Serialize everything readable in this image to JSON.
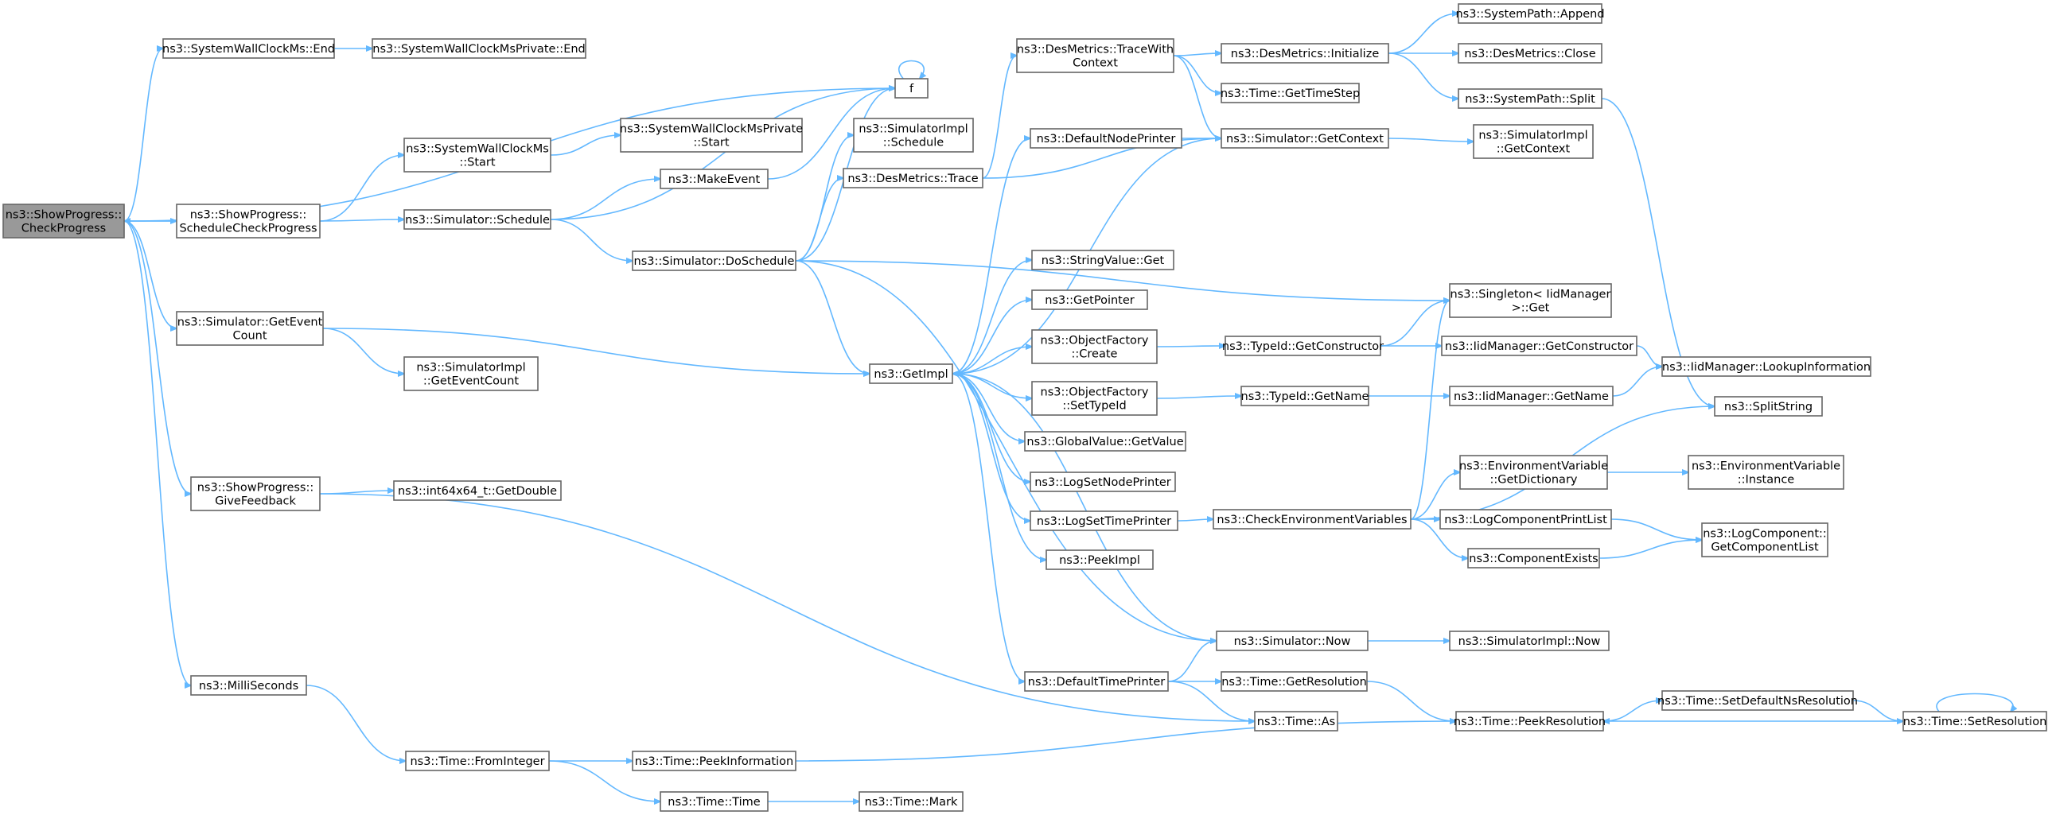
{
  "graph": {
    "title": "",
    "root": "n_root",
    "node_fill": "#ffffff",
    "node_stroke": "#666666",
    "root_fill": "#999999",
    "edge_color": "#63b8ff",
    "nodes": [
      {
        "id": "n_root",
        "lines": [
          "ns3::ShowProgress::",
          "CheckProgress"
        ]
      },
      {
        "id": "n_swc_end",
        "lines": [
          "ns3::SystemWallClockMs::End"
        ]
      },
      {
        "id": "n_swcp_end",
        "lines": [
          "ns3::SystemWallClockMsPrivate::End"
        ]
      },
      {
        "id": "n_f",
        "lines": [
          "f"
        ]
      },
      {
        "id": "n_schedcheck",
        "lines": [
          "ns3::ShowProgress::",
          "ScheduleCheckProgress"
        ]
      },
      {
        "id": "n_swc_start",
        "lines": [
          "ns3::SystemWallClockMs",
          "::Start"
        ]
      },
      {
        "id": "n_swcp_start",
        "lines": [
          "ns3::SystemWallClockMsPrivate",
          "::Start"
        ]
      },
      {
        "id": "n_sim_schedule",
        "lines": [
          "ns3::Simulator::Schedule"
        ]
      },
      {
        "id": "n_makeevent",
        "lines": [
          "ns3::MakeEvent"
        ]
      },
      {
        "id": "n_simimpl_schedule",
        "lines": [
          "ns3::SimulatorImpl",
          "::Schedule"
        ]
      },
      {
        "id": "n_sim_doschedule",
        "lines": [
          "ns3::Simulator::DoSchedule"
        ]
      },
      {
        "id": "n_desm_trace",
        "lines": [
          "ns3::DesMetrics::Trace"
        ]
      },
      {
        "id": "n_desm_tracewith",
        "lines": [
          "ns3::DesMetrics::TraceWith",
          "Context"
        ]
      },
      {
        "id": "n_desm_init",
        "lines": [
          "ns3::DesMetrics::Initialize"
        ]
      },
      {
        "id": "n_sp_append",
        "lines": [
          "ns3::SystemPath::Append"
        ]
      },
      {
        "id": "n_desm_close",
        "lines": [
          "ns3::DesMetrics::Close"
        ]
      },
      {
        "id": "n_sp_split",
        "lines": [
          "ns3::SystemPath::Split"
        ]
      },
      {
        "id": "n_time_gettimestep",
        "lines": [
          "ns3::Time::GetTimeStep"
        ]
      },
      {
        "id": "n_defnodeprinter",
        "lines": [
          "ns3::DefaultNodePrinter"
        ]
      },
      {
        "id": "n_sim_getcontext",
        "lines": [
          "ns3::Simulator::GetContext"
        ]
      },
      {
        "id": "n_simimpl_getcontext",
        "lines": [
          "ns3::SimulatorImpl",
          "::GetContext"
        ]
      },
      {
        "id": "n_sim_geteventcount",
        "lines": [
          "ns3::Simulator::GetEvent",
          "Count"
        ]
      },
      {
        "id": "n_simimpl_geteventcount",
        "lines": [
          "ns3::SimulatorImpl",
          "::GetEventCount"
        ]
      },
      {
        "id": "n_getimpl",
        "lines": [
          "ns3::GetImpl"
        ]
      },
      {
        "id": "n_stringvalue_get",
        "lines": [
          "ns3::StringValue::Get"
        ]
      },
      {
        "id": "n_getpointer",
        "lines": [
          "ns3::GetPointer"
        ]
      },
      {
        "id": "n_objfactory_create",
        "lines": [
          "ns3::ObjectFactory",
          "::Create"
        ]
      },
      {
        "id": "n_objfactory_settypeid",
        "lines": [
          "ns3::ObjectFactory",
          "::SetTypeId"
        ]
      },
      {
        "id": "n_globalvalue_getvalue",
        "lines": [
          "ns3::GlobalValue::GetValue"
        ]
      },
      {
        "id": "n_logsetnodeprinter",
        "lines": [
          "ns3::LogSetNodePrinter"
        ]
      },
      {
        "id": "n_logsettimeprinter",
        "lines": [
          "ns3::LogSetTimePrinter"
        ]
      },
      {
        "id": "n_peekimpl",
        "lines": [
          "ns3::PeekImpl"
        ]
      },
      {
        "id": "n_singleton_get",
        "lines": [
          "ns3::Singleton< IidManager",
          ">::Get"
        ]
      },
      {
        "id": "n_typeid_getconstructor",
        "lines": [
          "ns3::TypeId::GetConstructor"
        ]
      },
      {
        "id": "n_iid_getconstructor",
        "lines": [
          "ns3::IidManager::GetConstructor"
        ]
      },
      {
        "id": "n_iid_lookupinfo",
        "lines": [
          "ns3::IidManager::LookupInformation"
        ]
      },
      {
        "id": "n_typeid_getname",
        "lines": [
          "ns3::TypeId::GetName"
        ]
      },
      {
        "id": "n_iid_getname",
        "lines": [
          "ns3::IidManager::GetName"
        ]
      },
      {
        "id": "n_splitstring",
        "lines": [
          "ns3::SplitString"
        ]
      },
      {
        "id": "n_envvar_getdict",
        "lines": [
          "ns3::EnvironmentVariable",
          "::GetDictionary"
        ]
      },
      {
        "id": "n_envvar_instance",
        "lines": [
          "ns3::EnvironmentVariable",
          "::Instance"
        ]
      },
      {
        "id": "n_checkenvvars",
        "lines": [
          "ns3::CheckEnvironmentVariables"
        ]
      },
      {
        "id": "n_logcomp_printlist",
        "lines": [
          "ns3::LogComponentPrintList"
        ]
      },
      {
        "id": "n_logcomp_getlist",
        "lines": [
          "ns3::LogComponent::",
          "GetComponentList"
        ]
      },
      {
        "id": "n_compexists",
        "lines": [
          "ns3::ComponentExists"
        ]
      },
      {
        "id": "n_giveFeedback",
        "lines": [
          "ns3::ShowProgress::",
          "GiveFeedback"
        ]
      },
      {
        "id": "n_int64_getdouble",
        "lines": [
          "ns3::int64x64_t::GetDouble"
        ]
      },
      {
        "id": "n_sim_now",
        "lines": [
          "ns3::Simulator::Now"
        ]
      },
      {
        "id": "n_simimpl_now",
        "lines": [
          "ns3::SimulatorImpl::Now"
        ]
      },
      {
        "id": "n_deftimeprinter",
        "lines": [
          "ns3::DefaultTimePrinter"
        ]
      },
      {
        "id": "n_time_getresolution",
        "lines": [
          "ns3::Time::GetResolution"
        ]
      },
      {
        "id": "n_time_as",
        "lines": [
          "ns3::Time::As"
        ]
      },
      {
        "id": "n_time_peekresolution",
        "lines": [
          "ns3::Time::PeekResolution"
        ]
      },
      {
        "id": "n_time_setdefaultns",
        "lines": [
          "ns3::Time::SetDefaultNsResolution"
        ]
      },
      {
        "id": "n_time_setresolution",
        "lines": [
          "ns3::Time::SetResolution"
        ]
      },
      {
        "id": "n_milliseconds",
        "lines": [
          "ns3::MilliSeconds"
        ]
      },
      {
        "id": "n_time_frominteger",
        "lines": [
          "ns3::Time::FromInteger"
        ]
      },
      {
        "id": "n_time_peekinfo",
        "lines": [
          "ns3::Time::PeekInformation"
        ]
      },
      {
        "id": "n_time_time",
        "lines": [
          "ns3::Time::Time"
        ]
      },
      {
        "id": "n_time_mark",
        "lines": [
          "ns3::Time::Mark"
        ]
      }
    ],
    "edges": [
      [
        "n_root",
        "n_swc_end"
      ],
      [
        "n_swc_end",
        "n_swcp_end"
      ],
      [
        "n_root",
        "n_f"
      ],
      [
        "n_root",
        "n_schedcheck"
      ],
      [
        "n_schedcheck",
        "n_root"
      ],
      [
        "n_schedcheck",
        "n_swc_start"
      ],
      [
        "n_swc_start",
        "n_swcp_start"
      ],
      [
        "n_schedcheck",
        "n_sim_schedule"
      ],
      [
        "n_sim_schedule",
        "n_makeevent"
      ],
      [
        "n_sim_schedule",
        "n_f"
      ],
      [
        "n_sim_schedule",
        "n_sim_doschedule"
      ],
      [
        "n_makeevent",
        "n_f"
      ],
      [
        "n_f",
        "n_f"
      ],
      [
        "n_sim_doschedule",
        "n_simimpl_schedule"
      ],
      [
        "n_sim_doschedule",
        "n_f"
      ],
      [
        "n_sim_doschedule",
        "n_desm_trace"
      ],
      [
        "n_sim_doschedule",
        "n_getimpl"
      ],
      [
        "n_sim_doschedule",
        "n_singleton_get"
      ],
      [
        "n_sim_doschedule",
        "n_sim_now"
      ],
      [
        "n_desm_trace",
        "n_desm_tracewith"
      ],
      [
        "n_desm_trace",
        "n_sim_getcontext"
      ],
      [
        "n_desm_tracewith",
        "n_desm_init"
      ],
      [
        "n_desm_tracewith",
        "n_time_gettimestep"
      ],
      [
        "n_desm_tracewith",
        "n_sim_getcontext"
      ],
      [
        "n_desm_init",
        "n_sp_append"
      ],
      [
        "n_desm_init",
        "n_desm_close"
      ],
      [
        "n_desm_init",
        "n_sp_split"
      ],
      [
        "n_sp_split",
        "n_splitstring"
      ],
      [
        "n_defnodeprinter",
        "n_sim_getcontext"
      ],
      [
        "n_sim_getcontext",
        "n_simimpl_getcontext"
      ],
      [
        "n_sim_getcontext",
        "n_getimpl"
      ],
      [
        "n_root",
        "n_sim_geteventcount"
      ],
      [
        "n_sim_geteventcount",
        "n_simimpl_geteventcount"
      ],
      [
        "n_sim_geteventcount",
        "n_getimpl"
      ],
      [
        "n_getimpl",
        "n_defnodeprinter"
      ],
      [
        "n_getimpl",
        "n_stringvalue_get"
      ],
      [
        "n_getimpl",
        "n_getpointer"
      ],
      [
        "n_getimpl",
        "n_objfactory_create"
      ],
      [
        "n_getimpl",
        "n_objfactory_settypeid"
      ],
      [
        "n_getimpl",
        "n_globalvalue_getvalue"
      ],
      [
        "n_getimpl",
        "n_logsetnodeprinter"
      ],
      [
        "n_getimpl",
        "n_logsettimeprinter"
      ],
      [
        "n_getimpl",
        "n_peekimpl"
      ],
      [
        "n_getimpl",
        "n_deftimeprinter"
      ],
      [
        "n_objfactory_create",
        "n_typeid_getconstructor"
      ],
      [
        "n_typeid_getconstructor",
        "n_singleton_get"
      ],
      [
        "n_typeid_getconstructor",
        "n_iid_getconstructor"
      ],
      [
        "n_iid_getconstructor",
        "n_iid_lookupinfo"
      ],
      [
        "n_objfactory_settypeid",
        "n_typeid_getname"
      ],
      [
        "n_typeid_getname",
        "n_iid_getname"
      ],
      [
        "n_iid_getname",
        "n_iid_lookupinfo"
      ],
      [
        "n_logsettimeprinter",
        "n_checkenvvars"
      ],
      [
        "n_checkenvvars",
        "n_singleton_get"
      ],
      [
        "n_checkenvvars",
        "n_envvar_getdict"
      ],
      [
        "n_checkenvvars",
        "n_splitstring"
      ],
      [
        "n_checkenvvars",
        "n_logcomp_printlist"
      ],
      [
        "n_checkenvvars",
        "n_compexists"
      ],
      [
        "n_envvar_getdict",
        "n_envvar_instance"
      ],
      [
        "n_logcomp_printlist",
        "n_logcomp_getlist"
      ],
      [
        "n_compexists",
        "n_logcomp_getlist"
      ],
      [
        "n_root",
        "n_giveFeedback"
      ],
      [
        "n_giveFeedback",
        "n_int64_getdouble"
      ],
      [
        "n_giveFeedback",
        "n_time_as"
      ],
      [
        "n_sim_now",
        "n_getimpl"
      ],
      [
        "n_sim_now",
        "n_simimpl_now"
      ],
      [
        "n_deftimeprinter",
        "n_sim_now"
      ],
      [
        "n_deftimeprinter",
        "n_time_getresolution"
      ],
      [
        "n_deftimeprinter",
        "n_time_as"
      ],
      [
        "n_time_getresolution",
        "n_time_peekresolution"
      ],
      [
        "n_time_peekresolution",
        "n_time_setdefaultns"
      ],
      [
        "n_time_setdefaultns",
        "n_time_setresolution"
      ],
      [
        "n_time_setresolution",
        "n_time_peekresolution"
      ],
      [
        "n_time_setresolution",
        "n_time_setresolution"
      ],
      [
        "n_root",
        "n_milliseconds"
      ],
      [
        "n_milliseconds",
        "n_time_frominteger"
      ],
      [
        "n_time_frominteger",
        "n_time_peekinfo"
      ],
      [
        "n_time_frominteger",
        "n_time_time"
      ],
      [
        "n_time_peekinfo",
        "n_time_peekresolution"
      ],
      [
        "n_time_time",
        "n_time_mark"
      ]
    ]
  }
}
